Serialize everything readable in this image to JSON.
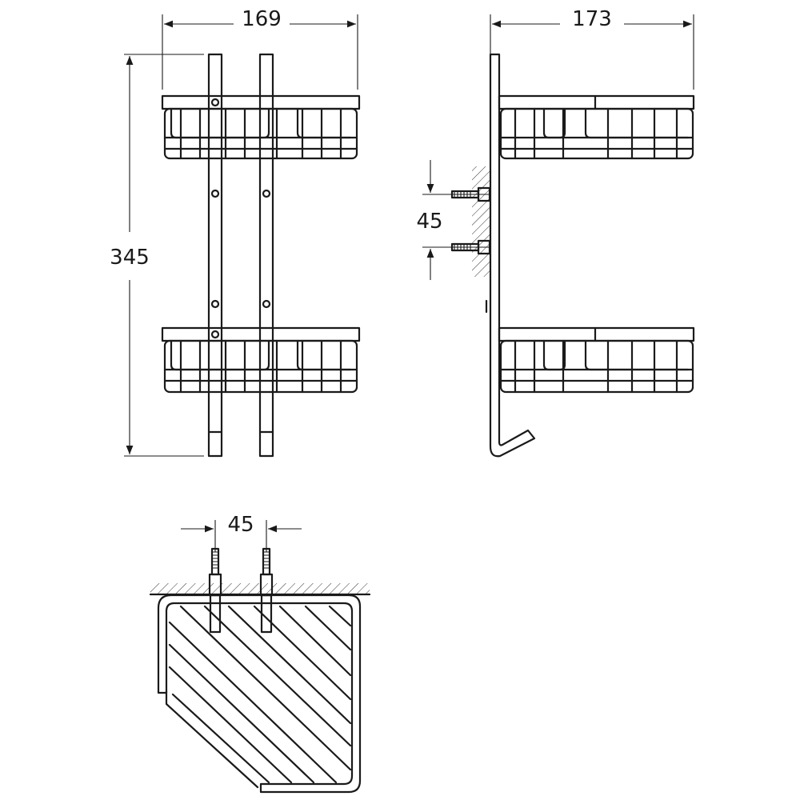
{
  "dimensions": {
    "front_width": "169",
    "side_width": "173",
    "front_height": "345",
    "side_screw_spacing": "45",
    "top_screw_spacing": "45"
  },
  "colors": {
    "line": "#1a1a1a",
    "background": "#ffffff"
  }
}
